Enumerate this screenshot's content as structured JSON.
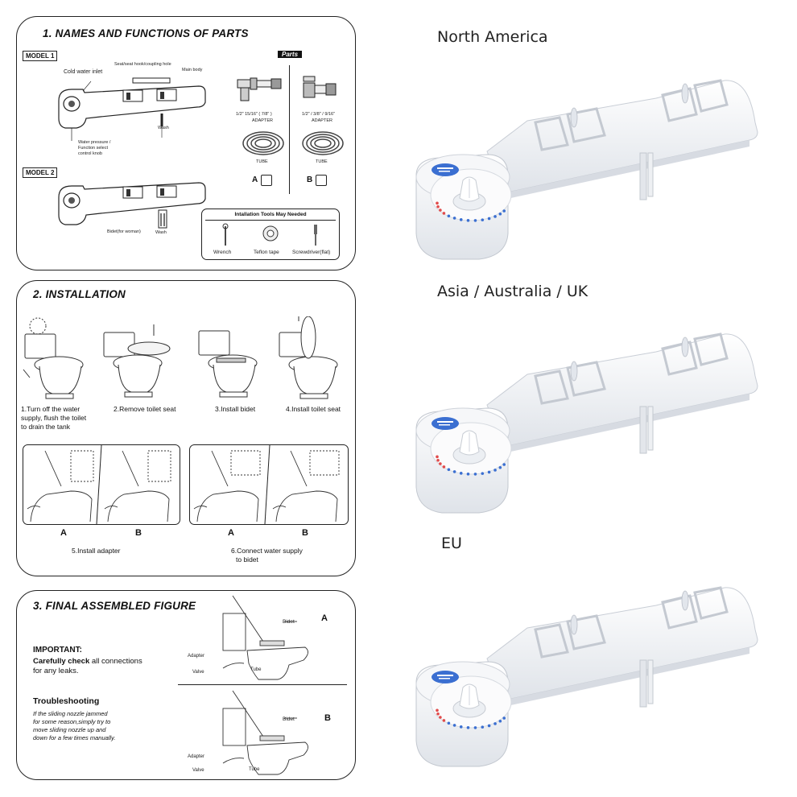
{
  "panel1": {
    "title": "1. NAMES AND FUNCTIONS OF PARTS",
    "model1": "MODEL 1",
    "model2": "MODEL 2",
    "cold_water_inlet": "Cold water inlet",
    "seat_label": "Seat/seat hook/coupling hole",
    "main_body": "Main body",
    "wash": "Wash",
    "knob_label_1": "Water pressure /",
    "knob_label_2": "Function select",
    "knob_label_3": "control knob",
    "bidet_label": "Bidet(for woman)",
    "wash2": "Wash",
    "parts_tag": "Parts",
    "adapter_a_sizes": "1/2\"  15/16\"  ( 7/8\" )",
    "adapter_a": "ADAPTER",
    "adapter_b_sizes": "1/2\" / 3/8\" / 9/16\"",
    "adapter_b": "ADAPTER",
    "tube_a": "TUBE",
    "tube_b": "TUBE",
    "option_a": "A",
    "option_b": "B",
    "tools_title": "Intallation Tools May Needed",
    "tool_wrench": "Wrench",
    "tool_teflon": "Teflon tape",
    "tool_screwdriver": "Screwdriver(flat)"
  },
  "panel2": {
    "title": "2. INSTALLATION",
    "step1_line1": "1.Turn off the water",
    "step1_line2": "supply, flush the toilet",
    "step1_line3": "to drain the tank",
    "step2": "2.Remove  toilet seat",
    "step3": "3.Install bidet",
    "step4": "4.Install toilet seat",
    "step5_a": "A",
    "step5_b": "B",
    "step6_a": "A",
    "step6_b": "B",
    "step5": "5.Install adapter",
    "step6_line1": "6.Connect water supply",
    "step6_line2": "to bidet"
  },
  "panel3": {
    "title": "3. FINAL ASSEMBLED FIGURE",
    "important": "IMPORTANT:",
    "check_bold": "Carefully check",
    "check_rest": " all connections",
    "check_line2": "for any leaks.",
    "troubleshooting": "Troubleshooting",
    "trouble_1": "If the sliding nozzle jammed",
    "trouble_2": "for some reason,simply try to",
    "trouble_3": "move sliding nozzle up and",
    "trouble_4": "down for a few times manually.",
    "fig_a": "A",
    "fig_b": "B",
    "bidet_a": "Bidet",
    "adapter_a": "Adapter",
    "valve_a": "Valve",
    "tube_a": "Tube",
    "bidet_b": "Bidet",
    "adapter_b": "Adapter",
    "valve_b": "Valve",
    "tube_b": "Tube"
  },
  "regions": {
    "north_america": "North America",
    "asia": "Asia / Australia / UK",
    "eu": "EU"
  },
  "product": {
    "name": "bidet attachment",
    "body_color": "#f4f6f9",
    "accent_color": "#3b6fd1"
  }
}
